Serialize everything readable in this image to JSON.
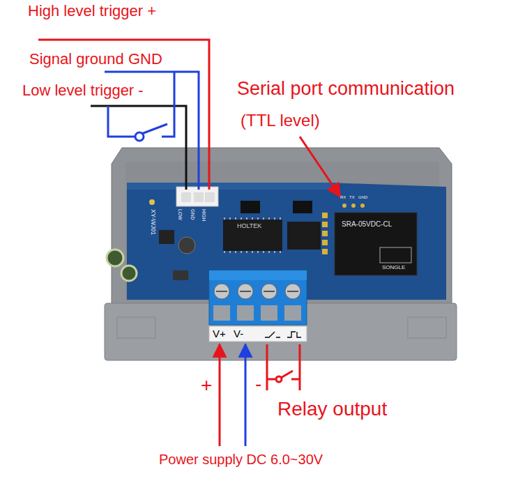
{
  "diagram": {
    "labels": [
      "High level trigger +",
      "Signal ground GND",
      "Low level trigger -",
      "Serial port communication",
      "(TTL level)",
      "XY-WJ01",
      "LOW",
      "GND",
      "HIGH",
      "RX",
      "TX",
      "GND",
      "HOLTEK",
      "SRA-05VDC-CL",
      "SONGLE",
      "V+",
      "V-",
      "+",
      "-",
      "Relay output",
      "Power supply DC 6.0~30V"
    ]
  }
}
